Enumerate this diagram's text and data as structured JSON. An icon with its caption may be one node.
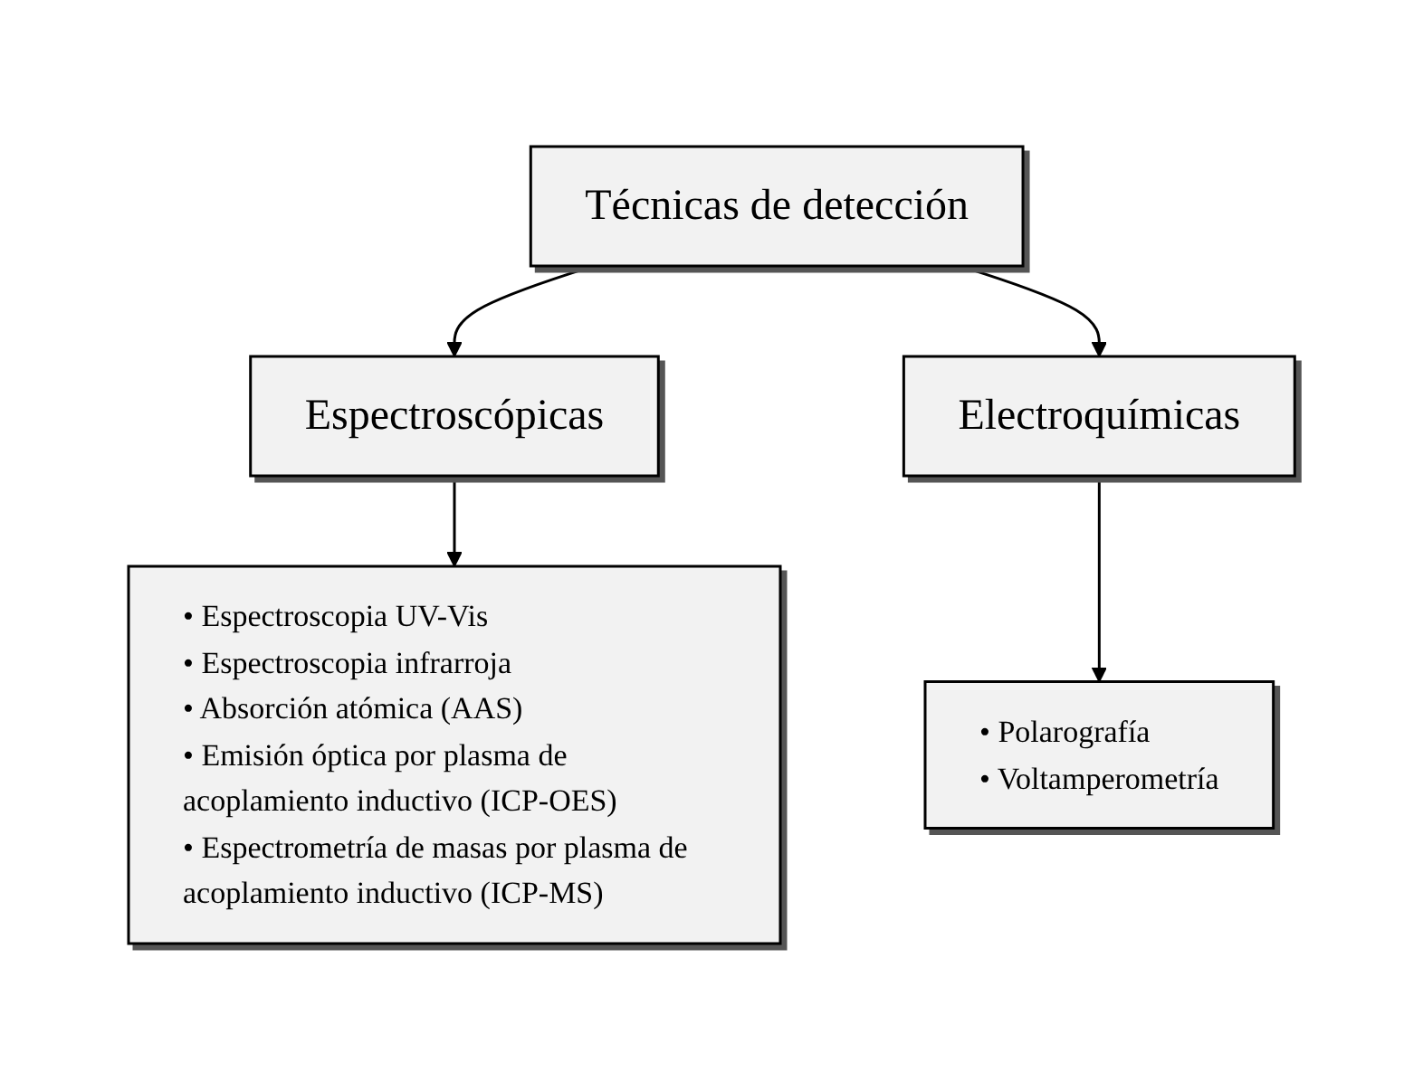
{
  "diagram": {
    "nodes": [
      {
        "text": [
          "Técnicas de detección"
        ]
      },
      {
        "text": [
          "Espectroscópicas"
        ]
      },
      {
        "text": [
          "Electroquímicas"
        ]
      },
      {
        "text": [
          "• Espectroscopia UV-Vis",
          "• Espectroscopia infrarroja",
          "• Absorción atómica (AAS)",
          "• Emisión óptica por plasma de acoplamiento inductivo (ICP-OES)",
          "• Espectrometría de masas por plasma de acoplamiento inductivo (ICP-MS)"
        ]
      },
      {
        "text": [
          "• Polarografía",
          "• Voltamperometría"
        ]
      }
    ],
    "edges": [
      {
        "from": 0,
        "to": 1,
        "arrow": "to"
      },
      {
        "from": 0,
        "to": 2,
        "arrow": "to"
      },
      {
        "from": 1,
        "to": 3,
        "arrow": "to"
      },
      {
        "from": 2,
        "to": 4,
        "arrow": "to"
      }
    ]
  }
}
